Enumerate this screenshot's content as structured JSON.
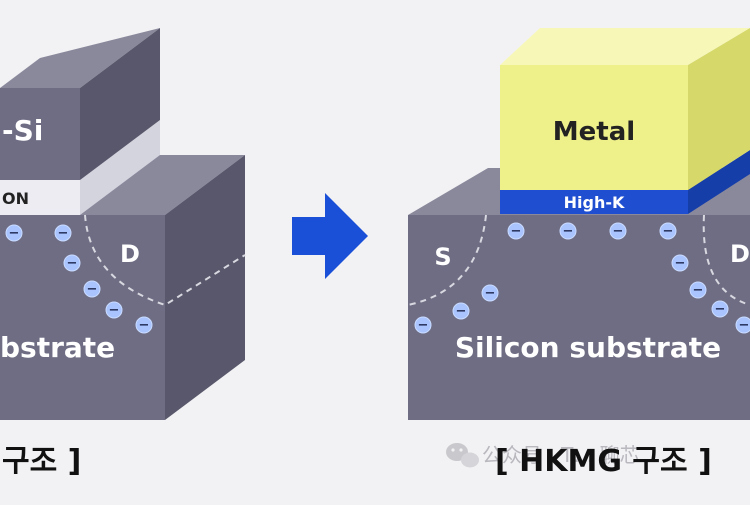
{
  "left_diagram": {
    "gate_label": "-Si",
    "oxide_label": "ON",
    "drain_label": "D",
    "substrate_label": "bstrate",
    "caption": "구조 ]"
  },
  "right_diagram": {
    "gate_label": "Metal",
    "dielectric_label": "High-K",
    "source_label": "S",
    "drain_label": "D",
    "substrate_label": "Silicon substrate",
    "caption": "[ HKMG 구조 ]"
  },
  "electron_symbol": "−",
  "watermark": "公众号 · T… 聊芯",
  "colors": {
    "substrate_front": "#6e6d84",
    "substrate_top": "#8a899c",
    "substrate_side": "#58576b",
    "metal_front": "#eef08a",
    "metal_top": "#f7f8b8",
    "metal_side": "#d6d86a",
    "high_k": "#1f4fd0",
    "arrow": "#1a4fd8",
    "electron": "#a9c4ff"
  },
  "icons": [
    "arrow-right-icon",
    "wechat-icon"
  ]
}
